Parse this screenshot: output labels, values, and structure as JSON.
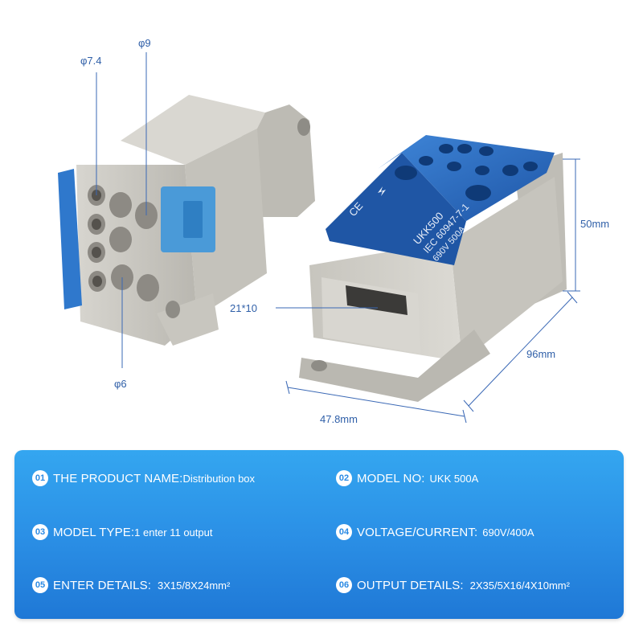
{
  "dimensions": {
    "phi74": "φ7.4",
    "phi9": "φ9",
    "phi6": "φ6",
    "slot": "21*10",
    "height": "50mm",
    "depth": "96mm",
    "width": "47.8mm"
  },
  "product_marking": {
    "model": "UKK500",
    "standard": "IEC 60947-7-1",
    "rating": "690V 500A",
    "ce": "CE"
  },
  "specs": [
    {
      "num": "01",
      "label": "THE PRODUCT NAME:",
      "value": "Distribution box"
    },
    {
      "num": "02",
      "label": "MODEL NO:",
      "value": "UKK 500A"
    },
    {
      "num": "03",
      "label": "MODEL TYPE:",
      "value": "1 enter 11 output"
    },
    {
      "num": "04",
      "label": "VOLTAGE/CURRENT:",
      "value": "690V/400A"
    },
    {
      "num": "05",
      "label": "ENTER DETAILS:",
      "value": "3X15/8X24mm²"
    },
    {
      "num": "06",
      "label": "OUTPUT DETAILS:",
      "value": "2X35/5X16/4X10mm²"
    }
  ],
  "colors": {
    "panel": "#2b90e6",
    "cover": "#2a6fc4",
    "housing": "#c9c7c1",
    "dimension": "#3a68b5"
  }
}
